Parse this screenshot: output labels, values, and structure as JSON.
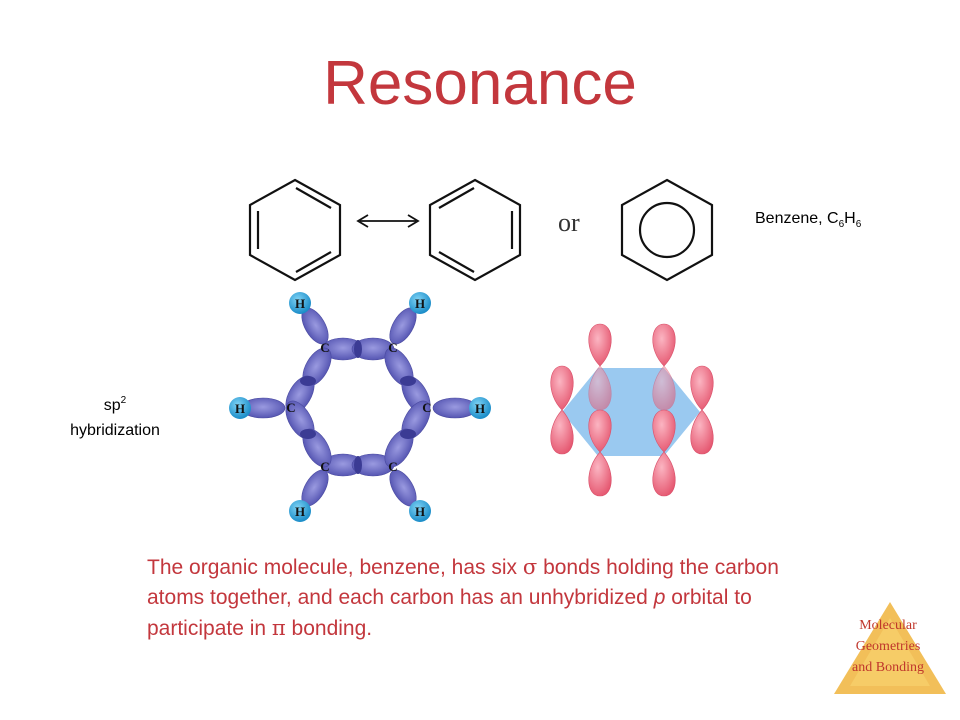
{
  "slide": {
    "title": "Resonance",
    "benzene_label": {
      "text": "Benzene, C",
      "sub1": "6",
      "mid": "H",
      "sub2": "6"
    },
    "sp2_label": {
      "line1_base": "sp",
      "line1_sup": "2",
      "line2": "hybridization"
    },
    "or_text": "or",
    "caption": {
      "part1": "The organic molecule, benzene, has six ",
      "sigma": "σ",
      "part2": " bonds holding the carbon atoms together, and each carbon has an unhybridized ",
      "p": "p",
      "part3": " orbital to participate in ",
      "pi": "π",
      "part4": " bonding."
    },
    "atom_labels": {
      "carbon": "C",
      "hydrogen": "H"
    },
    "logo": {
      "line1": "Molecular",
      "line2": "Geometries",
      "line3": "and Bonding"
    }
  },
  "colors": {
    "title": "#c3373d",
    "sigma_orbital": "#6f6fc6",
    "hydrogen": "#2aa6df",
    "p_orbital": "#ef6f86",
    "ring_plane": "#8fc3ee",
    "logo": "#f0b43c"
  }
}
